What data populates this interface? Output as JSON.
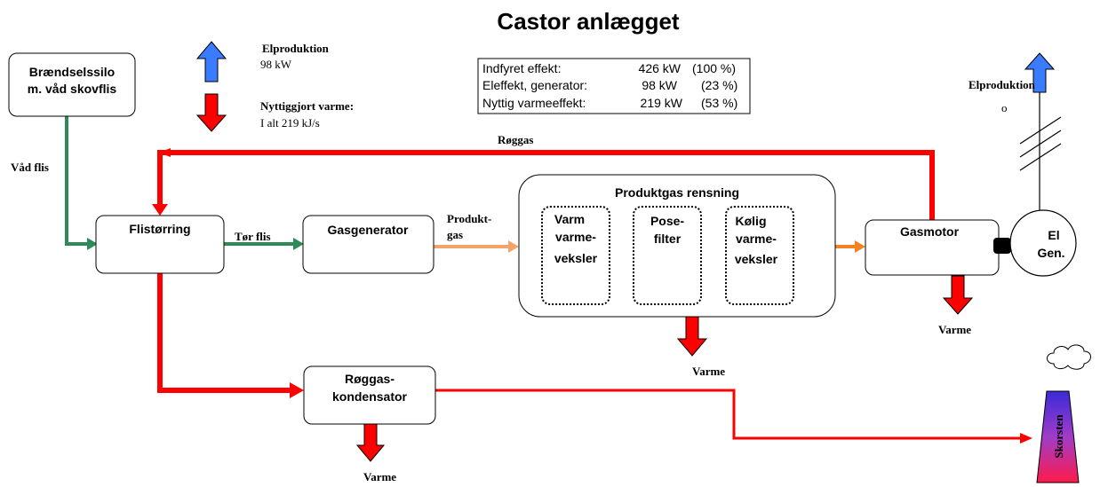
{
  "title": "Castor anlægget",
  "legend": {
    "el_label": "Elproduktion",
    "el_value": "98 kW",
    "heat_label": "Nyttiggjort varme:",
    "heat_value": "I alt 219  kJ/s"
  },
  "info_table": {
    "rows": [
      {
        "label": "Indfyret effekt:",
        "value": "426 kW",
        "pct": "(100 %)"
      },
      {
        "label": "Eleffekt, generator:",
        "value": "98 kW",
        "pct": "(23 %)"
      },
      {
        "label": "Nyttig varmeeffekt:",
        "value": "219 kW",
        "pct": "(53 %)"
      }
    ]
  },
  "boxes": {
    "silo": [
      "Brændselssilo",
      "m. våd skovflis"
    ],
    "flistorring": "Flistørring",
    "gasgenerator": "Gasgenerator",
    "rensning_title": "Produktgas rensning",
    "varm_vv": [
      "Varm",
      "varme-",
      "veksler"
    ],
    "posefilter": [
      "Pose-",
      "filter"
    ],
    "kolig_vv": [
      "Kølig",
      "varme-",
      "veksler"
    ],
    "gasmotor": "Gasmotor",
    "elgen": [
      "El",
      "Gen."
    ],
    "kondensator": [
      "Røggas-",
      "kondensator"
    ],
    "skorsten": "Skorsten"
  },
  "flow_labels": {
    "vad_flis": "Våd flis",
    "tor_flis": "Tør flis",
    "produktgas": [
      "Produkt-",
      "gas"
    ],
    "roggas": "Røggas",
    "elproduktion_right": "Elproduktion",
    "elproduktion_right_sub": "o",
    "varme": "Varme"
  },
  "colors": {
    "green": "#2e8b57",
    "red": "#ff0000",
    "orange": "#f58220",
    "light_orange": "#f4a46a",
    "blue": "#3a7bff"
  }
}
